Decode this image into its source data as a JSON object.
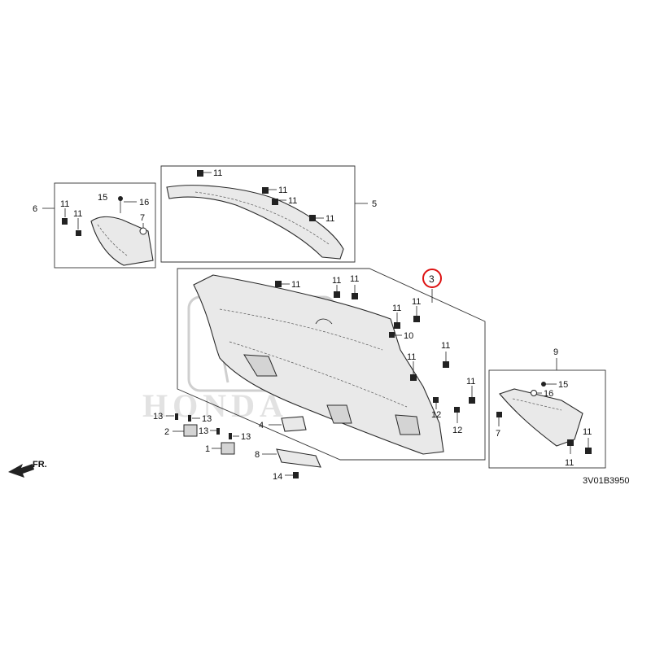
{
  "diagram": {
    "code": "3V01B3950",
    "front_arrow_label": "FR.",
    "watermark": "HONDA",
    "callouts": {
      "n1": "1",
      "n2": "2",
      "n3": "3",
      "n4": "4",
      "n5": "5",
      "n6": "6",
      "n7": "7",
      "n8": "8",
      "n9": "9",
      "n10": "10",
      "n11": "11",
      "n12": "12",
      "n13": "13",
      "n14": "14",
      "n15": "15",
      "n16": "16"
    }
  }
}
